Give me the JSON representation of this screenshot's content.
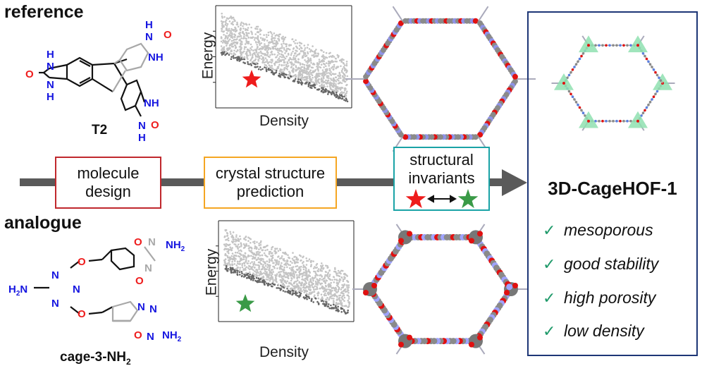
{
  "reference": {
    "heading": "reference",
    "molecule_name": "T2",
    "atoms": {
      "H": "H",
      "N": "N",
      "O": "O",
      "NH": "NH"
    }
  },
  "analogue": {
    "heading": "analogue",
    "molecule_name_main": "cage-3-NH",
    "molecule_name_sub": "2",
    "atoms": {
      "O": "O",
      "N": "N",
      "NH": "NH",
      "H": "H",
      "sub2": "2"
    }
  },
  "plots": {
    "top": {
      "ylabel": "Energy",
      "xlabel": "Density",
      "marker": "red-star"
    },
    "bottom": {
      "ylabel": "Energy",
      "xlabel": "Density",
      "marker": "green-star"
    }
  },
  "workflow": {
    "steps": [
      {
        "line1": "molecule",
        "line2": "design",
        "color": "#c0282d"
      },
      {
        "line1": "crystal structure",
        "line2": "prediction",
        "color": "#f5a623"
      },
      {
        "line1": "structural",
        "line2": "invariants",
        "color": "#1aa3a6"
      }
    ],
    "arrow_color": "#5a5a5a",
    "star_colors": {
      "red": "#ee1c1c",
      "green": "#3a9a47"
    }
  },
  "result": {
    "title": "3D-CageHOF-1",
    "border_color": "#1d3676",
    "properties": [
      "mesoporous",
      "good stability",
      "high porosity",
      "low density"
    ],
    "check_color": "#1f9a6a"
  }
}
